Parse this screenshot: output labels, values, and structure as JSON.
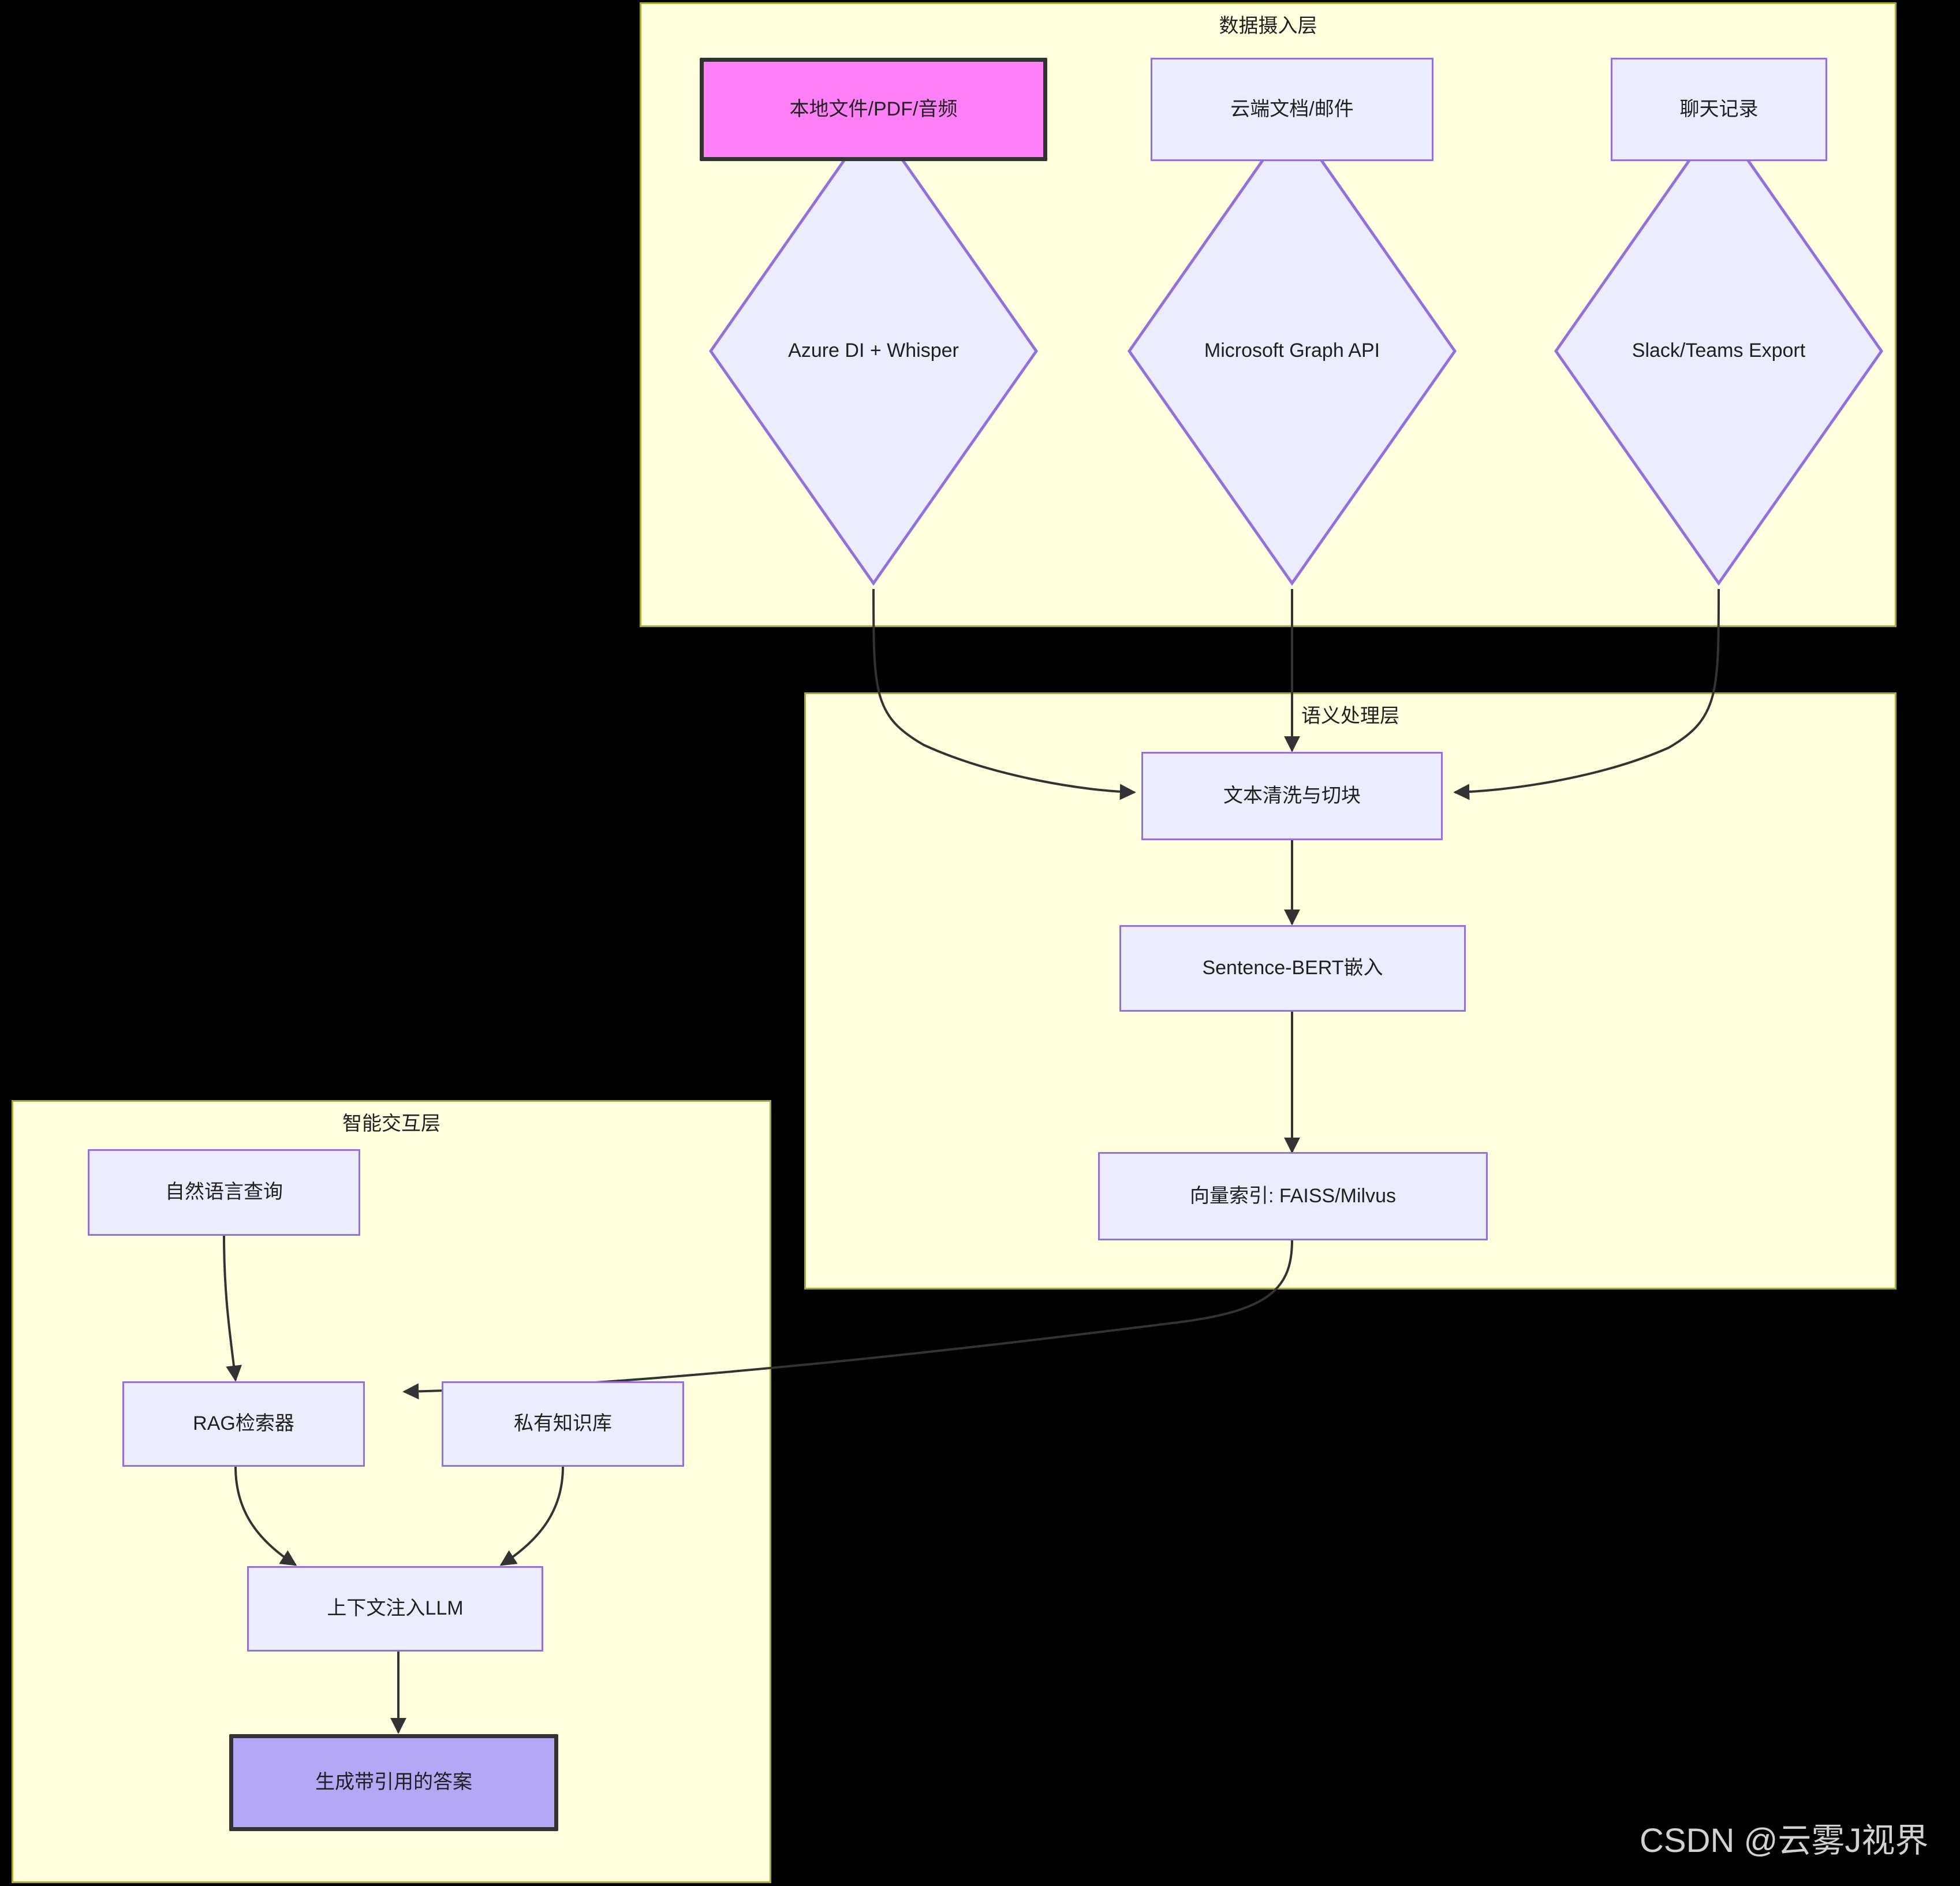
{
  "diagram": {
    "type": "flowchart",
    "background_color": "#000000",
    "cluster_fill": "#ffffde",
    "cluster_stroke": "#aaaa33",
    "node_fill": "#ececff",
    "node_stroke": "#9370db",
    "highlight_pink_fill": "#ff7ff6",
    "highlight_purple_fill": "#b4a7f5",
    "highlight_stroke": "#333333",
    "edge_color": "#333333",
    "text_color": "#1f1f1f"
  },
  "clusters": [
    {
      "id": "ingest",
      "title": "数据摄入层"
    },
    {
      "id": "semantic",
      "title": "语义处理层"
    },
    {
      "id": "interact",
      "title": "智能交互层"
    }
  ],
  "nodes": {
    "local_files": {
      "label": "本地文件/PDF/音频",
      "shape": "rect",
      "style": "highlight-pink"
    },
    "cloud_docs": {
      "label": "云端文档/邮件",
      "shape": "rect",
      "style": "normal"
    },
    "chat_logs": {
      "label": "聊天记录",
      "shape": "rect",
      "style": "normal"
    },
    "azure_di": {
      "label": "Azure DI + Whisper",
      "shape": "diamond",
      "style": "normal"
    },
    "graph_api": {
      "label": "Microsoft Graph API",
      "shape": "diamond",
      "style": "normal"
    },
    "slack_export": {
      "label": "Slack/Teams Export",
      "shape": "diamond",
      "style": "normal"
    },
    "text_clean": {
      "label": "文本清洗与切块",
      "shape": "rect",
      "style": "normal"
    },
    "sbert": {
      "label": "Sentence-BERT嵌入",
      "shape": "rect",
      "style": "normal"
    },
    "vector_index": {
      "label": "向量索引: FAISS/Milvus",
      "shape": "rect",
      "style": "normal"
    },
    "nl_query": {
      "label": "自然语言查询",
      "shape": "rect",
      "style": "normal"
    },
    "rag_retriever": {
      "label": "RAG检索器",
      "shape": "rect",
      "style": "normal"
    },
    "private_kb": {
      "label": "私有知识库",
      "shape": "rect",
      "style": "normal"
    },
    "llm_inject": {
      "label": "上下文注入LLM",
      "shape": "rect",
      "style": "normal"
    },
    "cited_answer": {
      "label": "生成带引用的答案",
      "shape": "rect",
      "style": "highlight-purple"
    }
  },
  "edges": [
    {
      "from": "local_files",
      "to": "azure_di"
    },
    {
      "from": "cloud_docs",
      "to": "graph_api"
    },
    {
      "from": "chat_logs",
      "to": "slack_export"
    },
    {
      "from": "azure_di",
      "to": "text_clean"
    },
    {
      "from": "graph_api",
      "to": "text_clean"
    },
    {
      "from": "slack_export",
      "to": "text_clean"
    },
    {
      "from": "text_clean",
      "to": "sbert"
    },
    {
      "from": "sbert",
      "to": "vector_index"
    },
    {
      "from": "vector_index",
      "to": "rag_retriever"
    },
    {
      "from": "nl_query",
      "to": "rag_retriever"
    },
    {
      "from": "rag_retriever",
      "to": "llm_inject"
    },
    {
      "from": "private_kb",
      "to": "llm_inject"
    },
    {
      "from": "llm_inject",
      "to": "cited_answer"
    }
  ],
  "watermark": {
    "text": "CSDN @云雾J视界"
  }
}
